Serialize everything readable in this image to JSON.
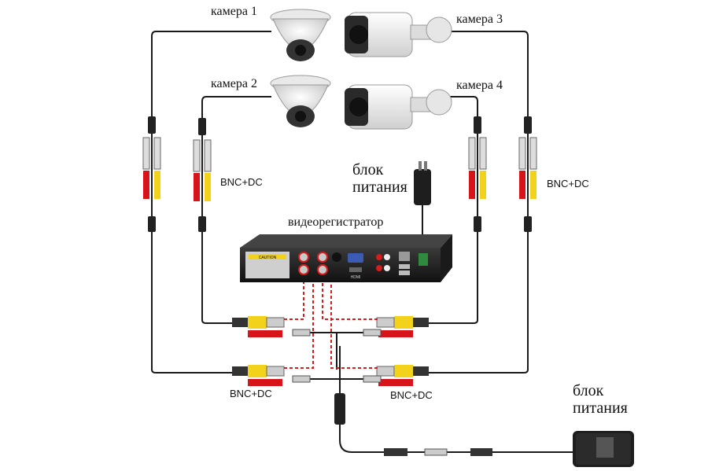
{
  "cameras": [
    {
      "label": "камера  1"
    },
    {
      "label": "камера  2"
    },
    {
      "label": "камера  3"
    },
    {
      "label": "камера  4"
    }
  ],
  "connector_label": "BNC+DC",
  "dvr": {
    "label": "видеорегистратор",
    "caution_text": "CAUTION",
    "panel_text": "HDMI"
  },
  "power_supplies": [
    {
      "line1": "блок",
      "line2": "питания"
    },
    {
      "line1": "блок",
      "line2": "питания"
    }
  ],
  "colors": {
    "wire": "#1a1a1a",
    "video": "#d81b1b",
    "bnc_yellow": "#f2d21a",
    "dc_red": "#d8141b",
    "chassis": "#2a2a2a"
  }
}
